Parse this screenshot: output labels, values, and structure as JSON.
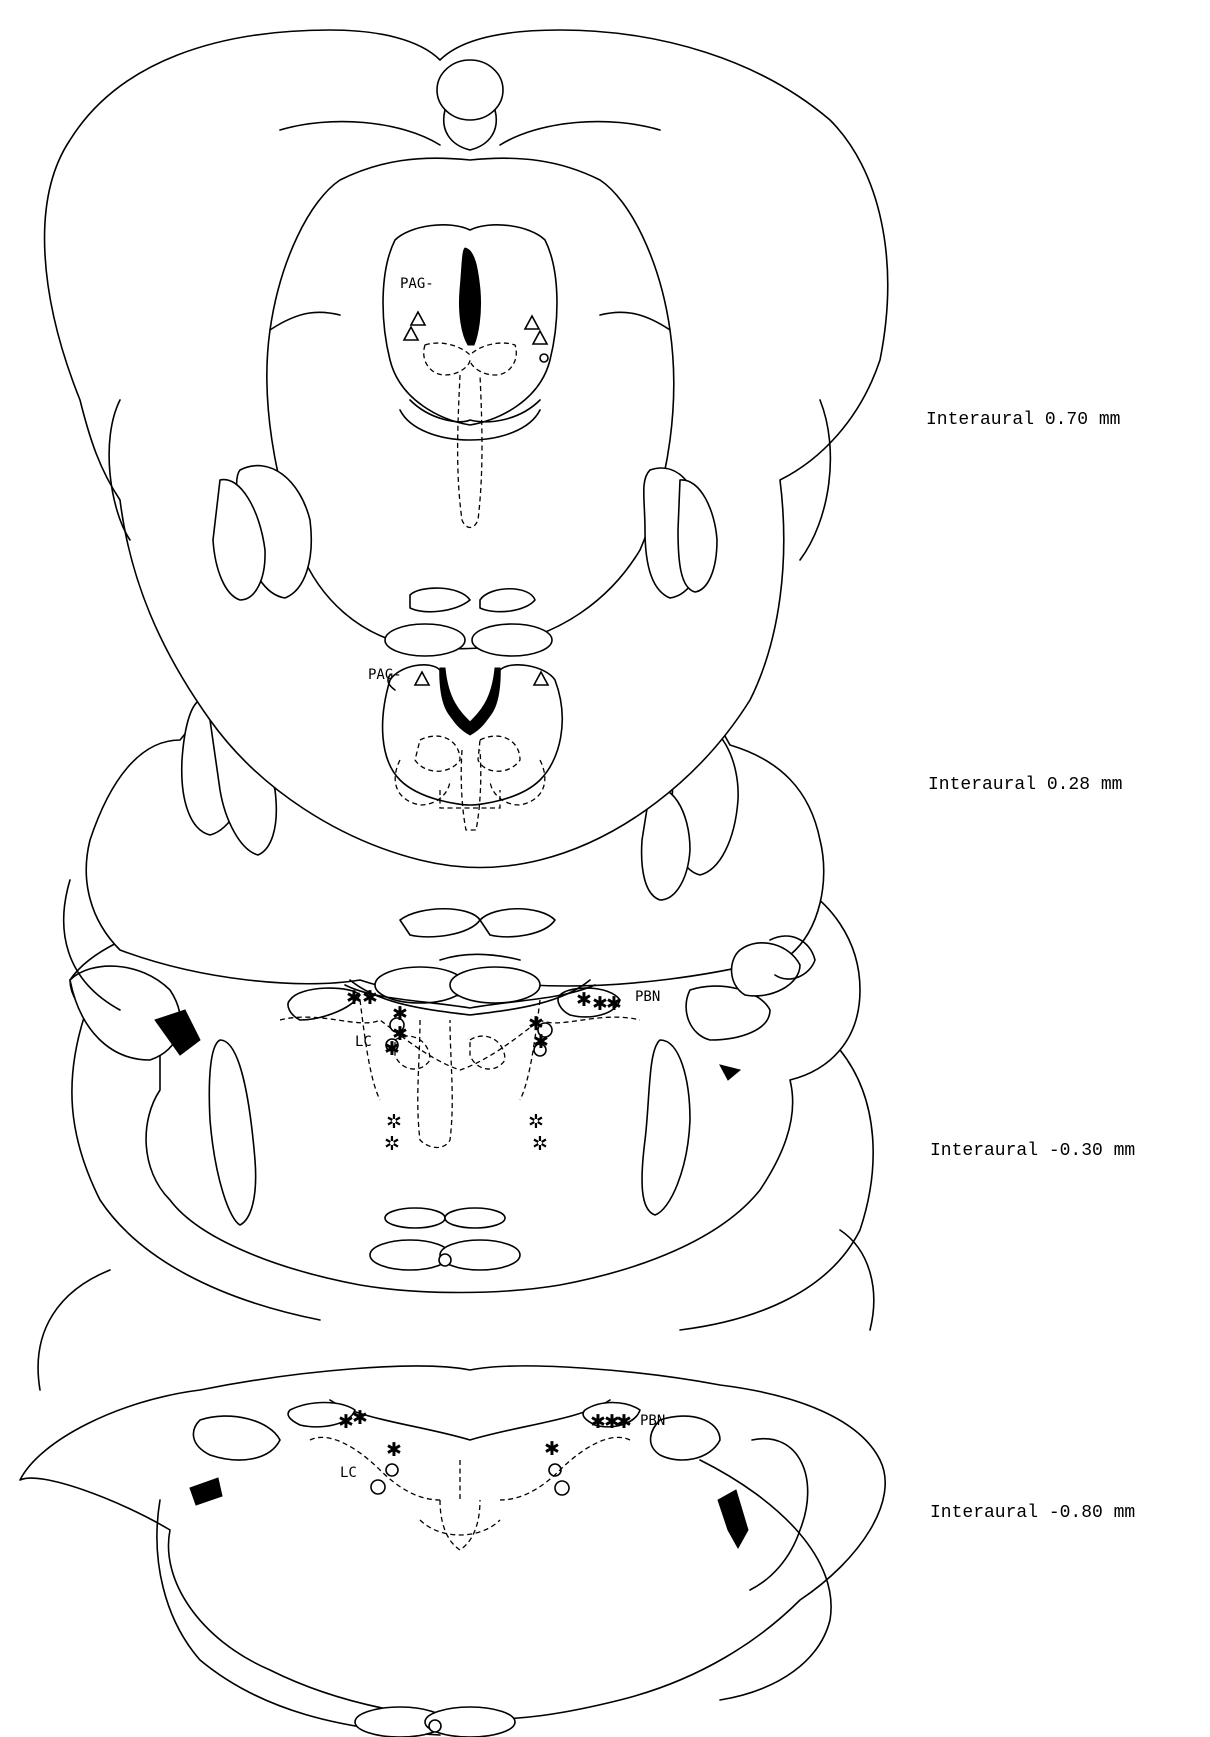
{
  "region_labels": {
    "pag": "PAG-",
    "pbn": "PBN",
    "lc": "LC"
  },
  "section_levels": [
    "Interaural 0.70 mm",
    "Interaural 0.28 mm",
    "Interaural -0.30 mm",
    "Interaural -0.80 mm"
  ],
  "marker_symbols": {
    "triangle": "△",
    "asterisk": "✱",
    "open_asterisk": "✲"
  }
}
